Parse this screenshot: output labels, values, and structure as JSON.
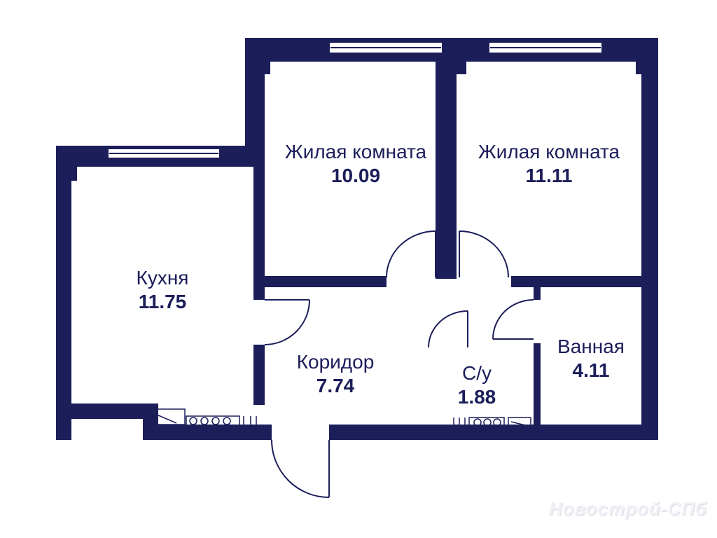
{
  "rooms": [
    {
      "id": "living-room-1",
      "name": "Жилая комната",
      "area": "10.09"
    },
    {
      "id": "living-room-2",
      "name": "Жилая комната",
      "area": "11.11"
    },
    {
      "id": "kitchen",
      "name": "Кухня",
      "area": "11.75"
    },
    {
      "id": "corridor",
      "name": "Коридор",
      "area": "7.74"
    },
    {
      "id": "toilet",
      "name": "С/у",
      "area": "1.88"
    },
    {
      "id": "bathroom",
      "name": "Ванная",
      "area": "4.11"
    }
  ],
  "watermark": "Новострой-СПб",
  "colors": {
    "wall": "#1c1e5a",
    "background": "#ffffff",
    "fixture": "#1c1e5a"
  }
}
